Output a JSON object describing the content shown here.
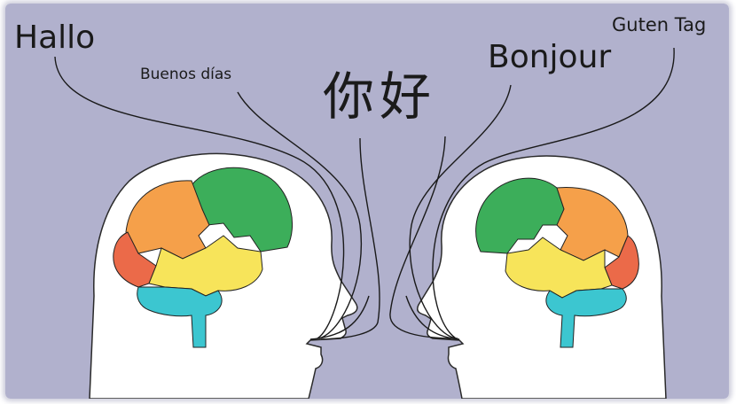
{
  "greetings": {
    "hallo": "Hallo",
    "buenos_dias": "Buenos días",
    "ni_hao": "你好",
    "bonjour": "Bonjour",
    "guten_tag": "Guten Tag"
  },
  "colors": {
    "background": "#b1b1cd",
    "head": "#ffffff",
    "outline": "#2a2a2a",
    "green": "#3cae5a",
    "orange": "#f5a04a",
    "red": "#eb6a49",
    "yellow": "#f7e45a",
    "teal": "#3cc6d0"
  }
}
